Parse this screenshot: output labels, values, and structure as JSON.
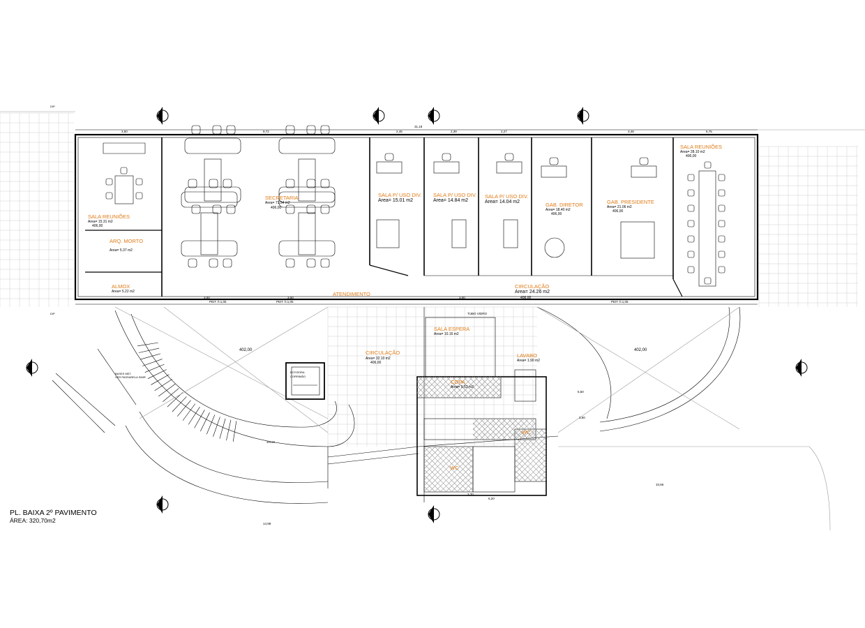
{
  "drawing": {
    "title": "PL. BAIXA 2º PAVIMENTO",
    "subtitle": "ÁREA: 320,70m2",
    "accent_color": "#e07b16",
    "line_color": "#000000"
  },
  "rooms": [
    {
      "id": "sala-reunioes-1",
      "name": "SALA REUNIÕES",
      "area": "Area= 15.31 m2",
      "level": "406,00"
    },
    {
      "id": "arq-morto",
      "name": "ARQ. MORTO",
      "area": "Area= 5.37 m2",
      "level": ""
    },
    {
      "id": "almox",
      "name": "ALMOX",
      "area": "Area= 5.22 m2",
      "level": ""
    },
    {
      "id": "secretaria",
      "name": "SECRETARIA",
      "area": "Area= 71.54 m2",
      "level": "406,00"
    },
    {
      "id": "sala-uso-div-1",
      "name": "SALA P/ USO DIV.",
      "area": "Area= 15.01 m2",
      "level": ""
    },
    {
      "id": "sala-uso-div-2",
      "name": "SALA P/ USO DIV.",
      "area": "Area= 14.84 m2",
      "level": ""
    },
    {
      "id": "sala-uso-div-3",
      "name": "SALA P/ USO DIV.",
      "area": "Area= 14.04 m2",
      "level": ""
    },
    {
      "id": "gab-diretor",
      "name": "GAB. DIRETOR",
      "area": "Area= 18.40 m2",
      "level": "406,00"
    },
    {
      "id": "gab-presidente",
      "name": "GAB. PRESIDENTE",
      "area": "Area= 21.06 m2",
      "level": "406,00"
    },
    {
      "id": "sala-reunioes-2",
      "name": "SALA REUNIÕES",
      "area": "Area= 28.10 m2",
      "level": "406,00"
    },
    {
      "id": "atendimento",
      "name": "ATENDIMENTO",
      "area": "",
      "level": ""
    },
    {
      "id": "circulacao-1",
      "name": "CIRCULAÇÃO",
      "area": "Area= 24.26 m2",
      "level": "406,00"
    },
    {
      "id": "sala-espera",
      "name": "SALA ESPERA",
      "area": "Area= 10.16 m2",
      "level": ""
    },
    {
      "id": "circulacao-2",
      "name": "CIRCULAÇÃO",
      "area": "Area= 32.10 m2",
      "level": "406,00"
    },
    {
      "id": "copa",
      "name": "COPA",
      "area": "Area= 5.52 m2",
      "level": ""
    },
    {
      "id": "lavabo",
      "name": "LAVABO",
      "area": "Area= 1.90 m2",
      "level": ""
    },
    {
      "id": "wc-1",
      "name": "WC",
      "area": "",
      "level": ""
    },
    {
      "id": "wc-2",
      "name": "WC",
      "area": "",
      "level": ""
    }
  ],
  "labels": {
    "top_total_dim": "31,18",
    "dim_3_50": "3,50",
    "dim_9_72": "9,72",
    "dim_2_45": "2,45",
    "dim_2_39": "2,39",
    "dim_2_27": "2,27",
    "dim_3_48": "3,48",
    "dim_5_75": "5,75",
    "bottom_3_00_a": "3,00",
    "bottom_3_00_b": "3,00",
    "bottom_3_00_c": "3,00",
    "peit_1": "PEIT. h:1,05",
    "peit_2": "PEIT. h:1,05",
    "peit_3": "PEIT. h:1,05",
    "tubo_vidro": "TUBO VIDRO",
    "level_402_a": "402,00",
    "level_402_b": "402,00",
    "level_406": "406,00",
    "botoeira": "BOTOEIRA",
    "corrimao": "CORRIMÃO",
    "bases_met": "BASES MET.",
    "passarela": "VER PASSARELA SIMR",
    "dim_10_65": "10,65",
    "dim_14_98": "14,98",
    "dim_3_70": "3,70",
    "dim_6_20": "6,20",
    "dim_5_50": "5,50",
    "dim_3_60": "3,60",
    "dip_1": "DIP",
    "dip_2": "DIP"
  }
}
